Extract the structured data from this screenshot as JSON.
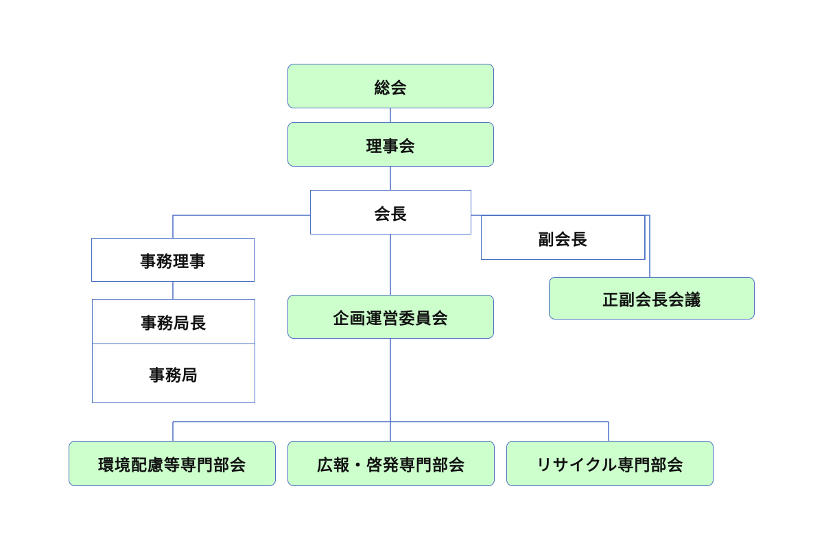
{
  "colors": {
    "node_fill": "#ccffcc",
    "line": "#4a6fc4",
    "text": "#111111"
  },
  "nodes": {
    "general_assembly": "総会",
    "board": "理事会",
    "president": "会長",
    "vice_president": "副会長",
    "president_vice_meeting": "正副会長会議",
    "executive_director": "事務理事",
    "secretariat_head": "事務局長",
    "secretariat": "事務局",
    "planning_committee": "企画運営委員会",
    "env_committee": "環境配慮等専門部会",
    "pr_committee": "広報・啓発専門部会",
    "recycle_committee": "リサイクル専門部会"
  }
}
